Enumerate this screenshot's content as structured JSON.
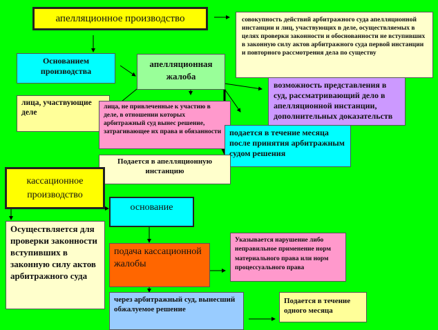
{
  "appeal": {
    "title": "апелляционное производство",
    "definition": "совокупность действий арбитражного суда апелляционной инстанции и лиц, участвующих в деле, осуществляемых в целях проверки законности и обоснованности не вступивших в законную силу актов арбитражного суда первой инстанции и повторного рассмотрения дела по существу",
    "grounds": "Основанием производства",
    "complaint": "апелляционная жалоба",
    "parties": "лица, участвующие деле",
    "non_parties": "лица, не привлеченные к участию в деле, в отношении которых арбитражный суд вынес решение, затрагивающее их права и обязанности",
    "evidence": "возможность представления в суд, рассматривающий дело в апелляционной инстанции, дополнительных доказательств",
    "term": "подается в течение месяца после принятия арбитражным судом решения",
    "filed_to": "Подается в апелляционную инстанцию"
  },
  "cassation": {
    "title": "кассационное производство",
    "purpose": "Осуществляется для проверки законности вступивших в законную силу актов арбитражного суда",
    "ground": "основание",
    "filing": "подача кассационной жалобы",
    "violation": "Указывается нарушение либо неправильное применение норм материального права или норм процессуального права",
    "via": "через арбитражный суд, вынесший обжалуемое решение",
    "term": "Подается в течение одного месяца"
  },
  "colors": {
    "background": "#00ff00",
    "yellow": "#ffff00",
    "cream": "#ffffcc",
    "cyan": "#00ffff",
    "light_green": "#99ff99",
    "pink": "#ff99cc",
    "lavender": "#cc99ff",
    "orange": "#ff6600",
    "light_blue": "#99ccff",
    "light_yellow": "#ffff99"
  }
}
